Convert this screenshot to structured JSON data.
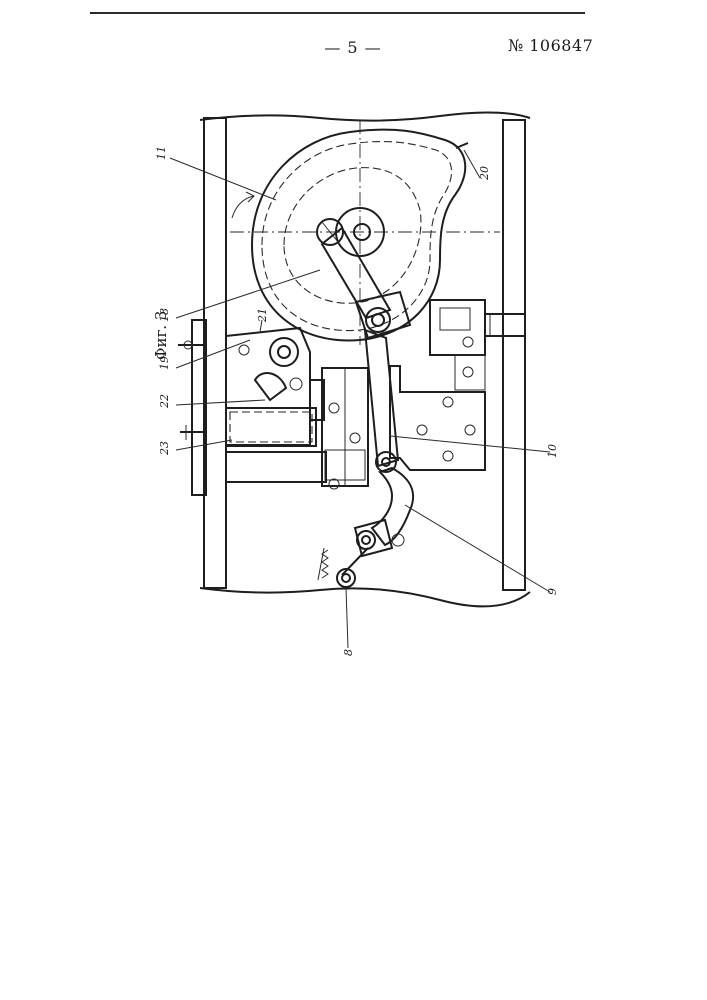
{
  "header": {
    "page_number": "— 5 —",
    "patent_number": "№ 106847"
  },
  "figure": {
    "label": "Фиг. 3",
    "callouts": {
      "c8": "8",
      "c9": "9",
      "c10": "10",
      "c11": "11",
      "c18": "18",
      "c19": "19",
      "c20": "20",
      "c21": "21",
      "c22": "22",
      "c23": "23"
    }
  },
  "colors": {
    "ink": "#1e1e1e",
    "paper": "#ffffff"
  }
}
